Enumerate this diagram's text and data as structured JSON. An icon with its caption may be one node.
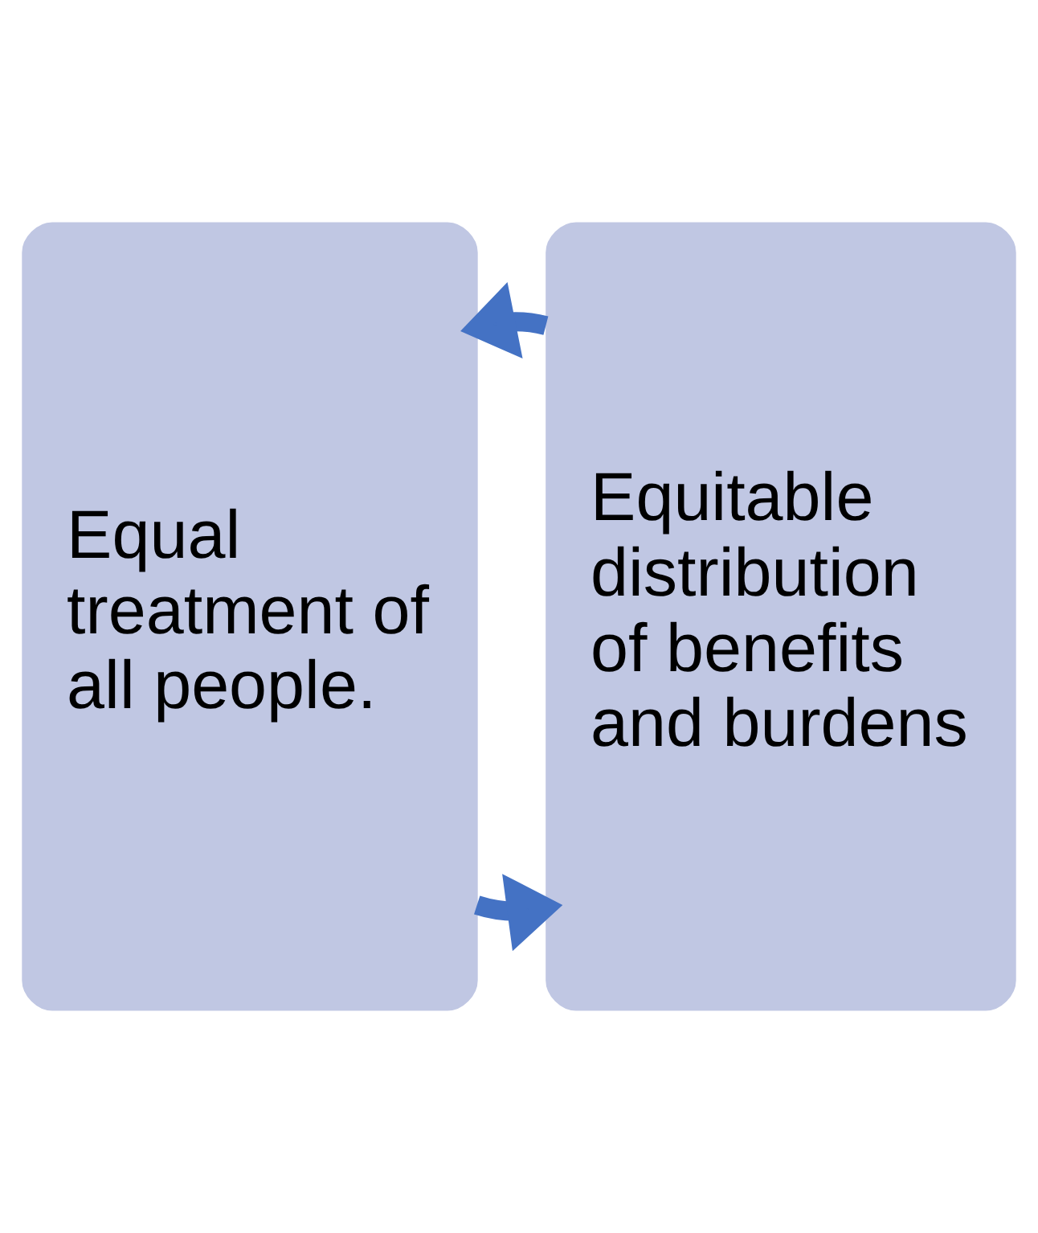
{
  "diagram": {
    "nodes": [
      {
        "text": [
          "Equal treatment of all people."
        ]
      },
      {
        "text": [
          "Equitable distribution of benefits and burdens"
        ]
      }
    ],
    "edges": [
      {
        "from": 0,
        "to": 1,
        "arrow": "to"
      },
      {
        "from": 1,
        "to": 0,
        "arrow": "to"
      }
    ]
  }
}
